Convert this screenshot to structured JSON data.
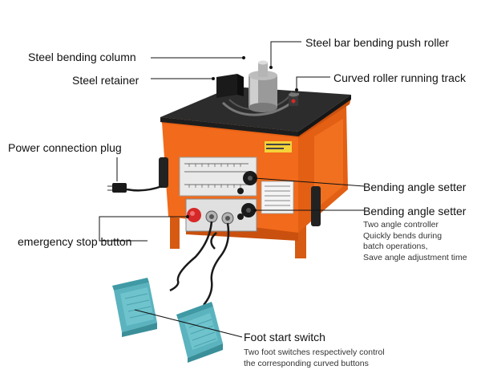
{
  "labels": {
    "steel_bending_column": "Steel bending column",
    "steel_retainer": "Steel retainer",
    "power_connection_plug": "Power connection plug",
    "emergency_stop_button": "emergency stop button",
    "steel_bar_bending_push_roller": "Steel bar bending push roller",
    "curved_roller_running_track": "Curved roller running track",
    "bending_angle_setter_1": "Bending angle setter",
    "bending_angle_setter_2": "Bending angle setter",
    "foot_start_switch": "Foot start switch"
  },
  "notes": {
    "angle_controller": [
      "Two angle controller",
      "Quickly bends during",
      "batch operations,",
      "Save angle adjustment time"
    ],
    "foot_switch": [
      "Two foot switches respectively control",
      "the corresponding curved buttons"
    ]
  },
  "colors": {
    "body_orange": "#f26a1b",
    "body_dark_orange": "#d2520e",
    "top_plate": "#2c2c2c",
    "pedal_teal": "#5ab3be",
    "stop_red": "#d62828"
  }
}
